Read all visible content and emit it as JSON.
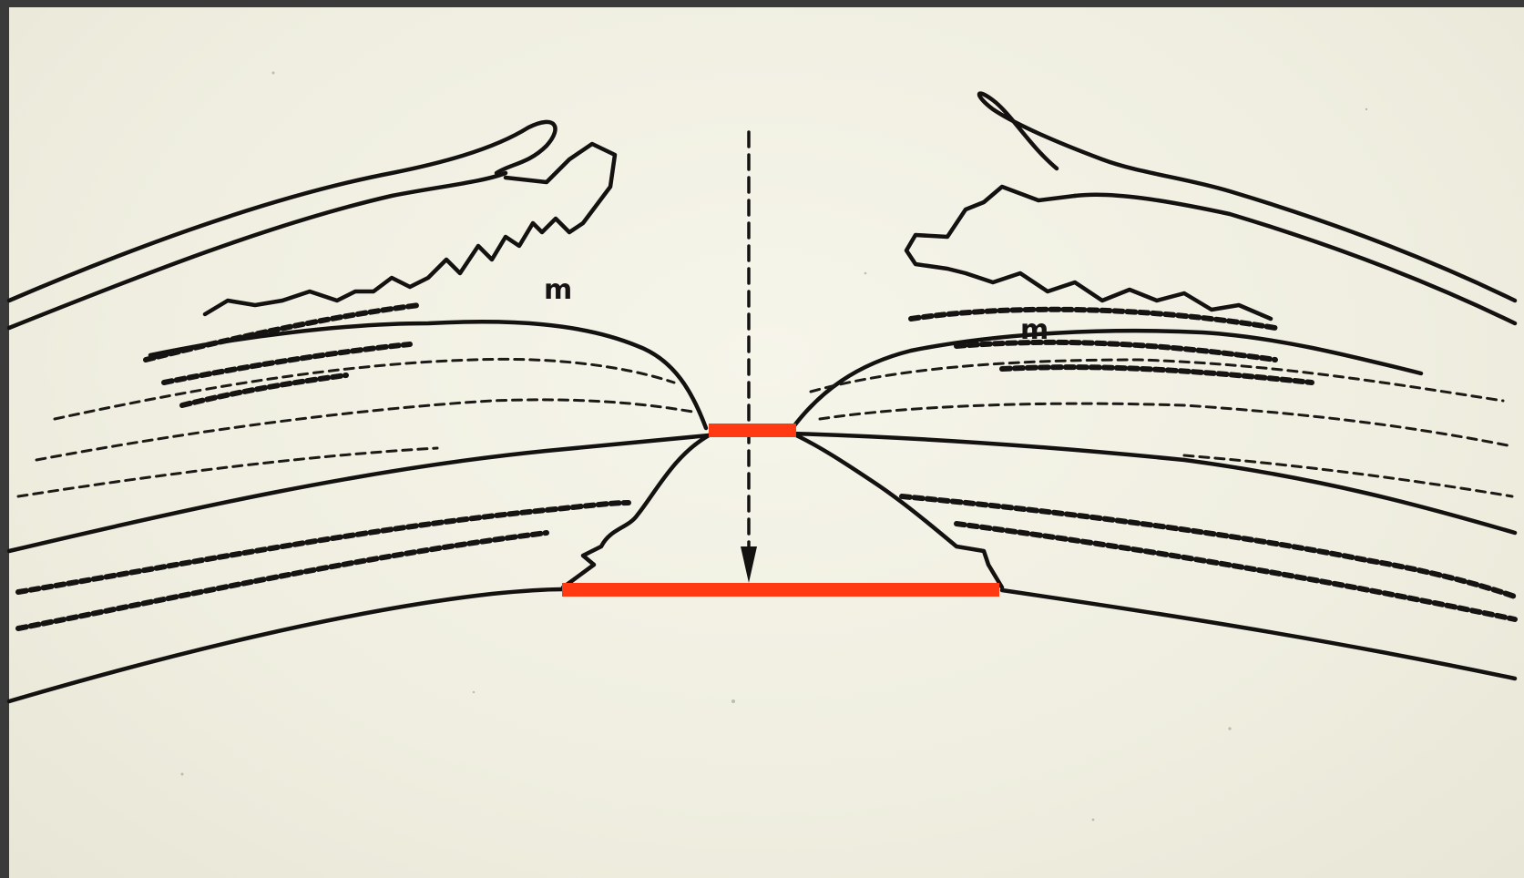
{
  "figure": {
    "labels": {
      "left_m": "m",
      "right_m": "m"
    },
    "colors": {
      "background": "#f2f1e4",
      "ink": "#141210",
      "marker": "#ff3a12",
      "frame": "#3a3a3a"
    },
    "markers": [
      {
        "name": "upper-red-bar",
        "description_role": "marker"
      },
      {
        "name": "lower-red-bar",
        "description_role": "marker"
      }
    ],
    "arrow": {
      "style": "dashed",
      "direction": "down"
    }
  }
}
